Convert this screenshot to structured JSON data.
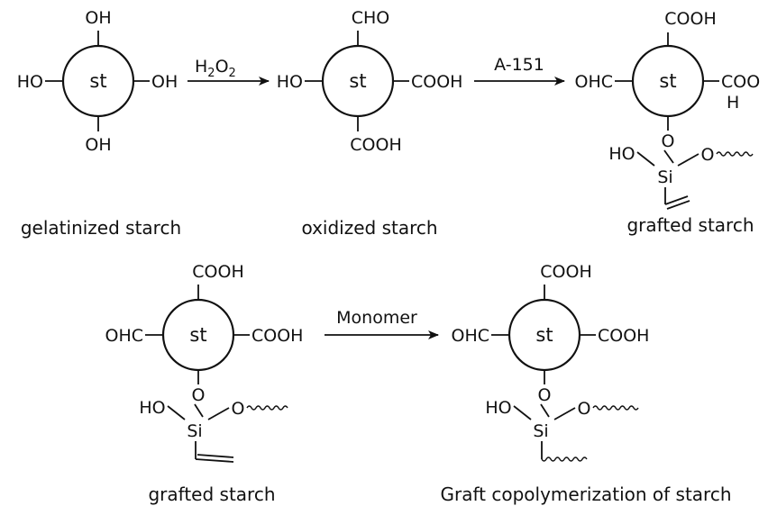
{
  "core_label": "st",
  "molecules": [
    {
      "name": "gelatinized starch",
      "top": "OH",
      "left": "HO",
      "right": "OH",
      "bottom": "OH"
    },
    {
      "name": "oxidized starch",
      "top": "CHO",
      "left": "HO",
      "right": "COOH",
      "bottom": "COOH"
    },
    {
      "name": "grafted starch",
      "top": "COOH",
      "left": "OHC",
      "right_a": "COO",
      "right_b": "H"
    },
    {
      "name": "grafted starch",
      "top": "COOH",
      "left": "OHC",
      "right": "COOH"
    },
    {
      "name": "Graft copolymerization of starch",
      "top": "COOH",
      "left": "OHC",
      "right": "COOH"
    }
  ],
  "silane": {
    "o_link": "O",
    "ho": "HO",
    "si": "Si",
    "o_chain": "O"
  },
  "arrows": [
    {
      "reagent_main": "H",
      "reagent_sub1": "2",
      "reagent_mid": "O",
      "reagent_sub2": "2"
    },
    {
      "reagent": "A-151"
    },
    {
      "reagent": "Monomer"
    }
  ]
}
